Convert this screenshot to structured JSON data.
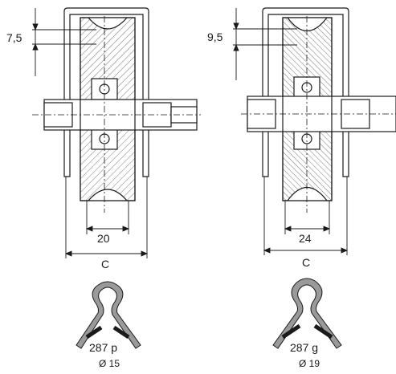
{
  "left_assembly": {
    "offset_dim": "7,5",
    "groove_width": "20",
    "overall_width": "C",
    "profile_code": "287 p",
    "profile_diameter": "Ø 15"
  },
  "right_assembly": {
    "offset_dim": "9,5",
    "groove_width": "24",
    "overall_width": "C",
    "profile_code": "287 g",
    "profile_diameter": "Ø 19"
  },
  "colors": {
    "line": "#1a1a1a",
    "hatch": "#555555",
    "profile_fill": "#9a9a9a"
  }
}
